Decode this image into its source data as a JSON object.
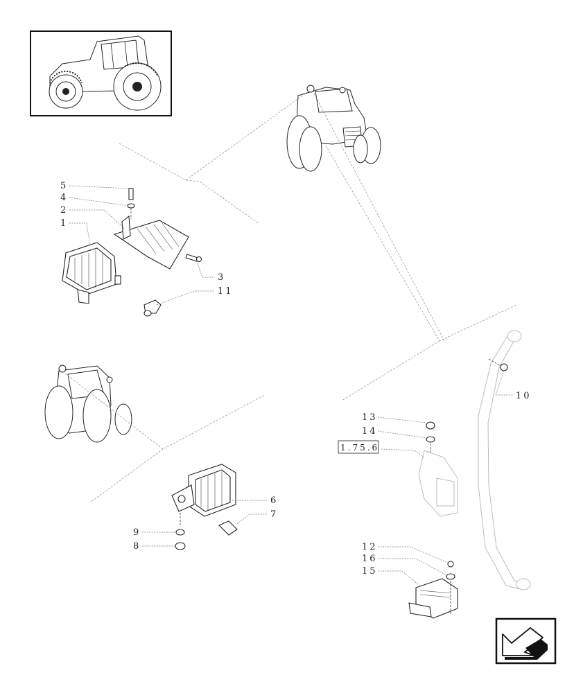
{
  "diagram": {
    "reference_box": {
      "label": "1.75.6"
    },
    "callouts": [
      {
        "id": "c5",
        "label": "5"
      },
      {
        "id": "c4",
        "label": "4"
      },
      {
        "id": "c2",
        "label": "2"
      },
      {
        "id": "c1",
        "label": "1"
      },
      {
        "id": "c3",
        "label": "3"
      },
      {
        "id": "c11",
        "label": "11"
      },
      {
        "id": "c10",
        "label": "10"
      },
      {
        "id": "c13",
        "label": "13"
      },
      {
        "id": "c14",
        "label": "14"
      },
      {
        "id": "c6",
        "label": "6"
      },
      {
        "id": "c7",
        "label": "7"
      },
      {
        "id": "c9",
        "label": "9"
      },
      {
        "id": "c8",
        "label": "8"
      },
      {
        "id": "c12",
        "label": "12"
      },
      {
        "id": "c16",
        "label": "16"
      },
      {
        "id": "c15",
        "label": "15"
      }
    ]
  }
}
